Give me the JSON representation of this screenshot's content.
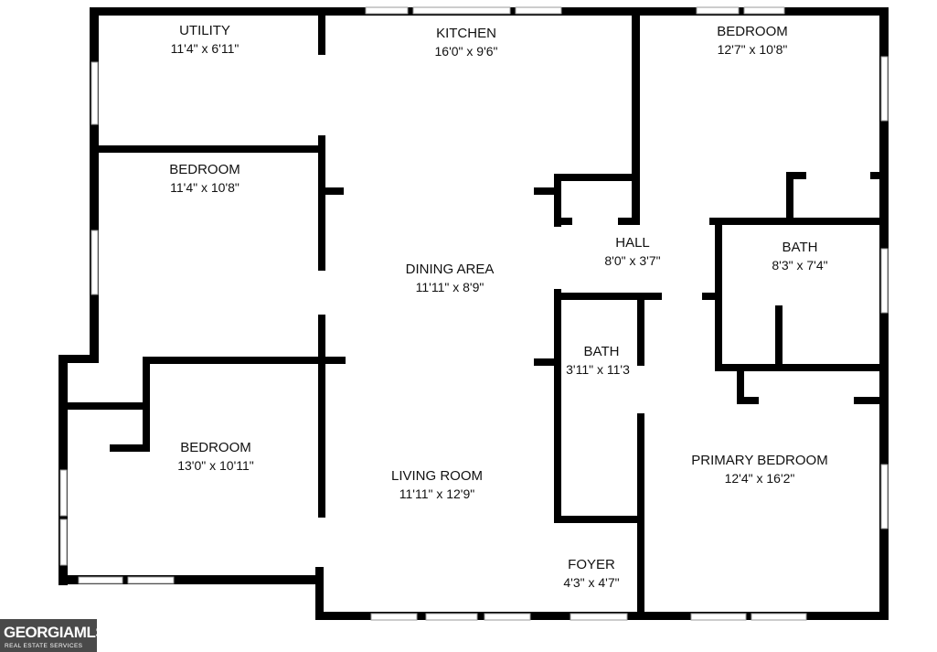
{
  "rooms": [
    {
      "id": "utility",
      "name": "UTILITY",
      "dim": "11'4\" x 6'11\""
    },
    {
      "id": "kitchen",
      "name": "KITCHEN",
      "dim": "16'0\" x 9'6\""
    },
    {
      "id": "bedroom-ne",
      "name": "BEDROOM",
      "dim": "12'7\" x 10'8\""
    },
    {
      "id": "bedroom-w",
      "name": "BEDROOM",
      "dim": "11'4\" x 10'8\""
    },
    {
      "id": "hall",
      "name": "HALL",
      "dim": "8'0\" x 3'7\""
    },
    {
      "id": "bath-e",
      "name": "BATH",
      "dim": "8'3\" x 7'4\""
    },
    {
      "id": "dining-area",
      "name": "DINING AREA",
      "dim": "11'11\" x 8'9\""
    },
    {
      "id": "bath-center",
      "name": "BATH",
      "dim": "3'11\" x 11'3"
    },
    {
      "id": "bedroom-sw",
      "name": "BEDROOM",
      "dim": "13'0\" x 10'11\""
    },
    {
      "id": "primary-bedroom",
      "name": "PRIMARY BEDROOM",
      "dim": "12'4\" x 16'2\""
    },
    {
      "id": "living-room",
      "name": "LIVING ROOM",
      "dim": "11'11\" x 12'9\""
    },
    {
      "id": "foyer",
      "name": "FOYER",
      "dim": "4'3\" x 4'7\""
    }
  ],
  "logo": {
    "brand": "GEORGIAMLS",
    "tagline": "REAL ESTATE SERVICES"
  },
  "colors": {
    "wall": "#000000",
    "window": "#9a9a9a",
    "background": "#ffffff",
    "logo_bg": "#4a4a4a"
  }
}
